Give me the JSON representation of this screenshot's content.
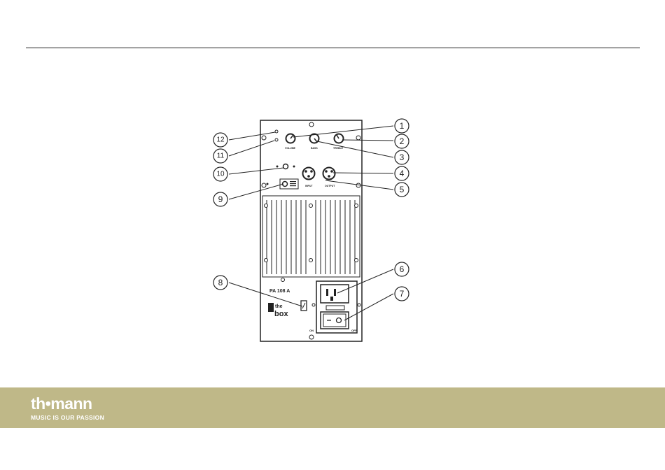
{
  "panel": {
    "model": "PA 108 A",
    "brand_top": "the",
    "brand_bottom": "box",
    "volume": "VOLUME",
    "bass": "BASS",
    "treble": "TREBLE",
    "input": "INPUT",
    "output": "OUTPUT",
    "power_on": "ON",
    "power_off": "OFF"
  },
  "callouts": [
    "1",
    "2",
    "3",
    "4",
    "5",
    "6",
    "7",
    "8",
    "9",
    "10",
    "11",
    "12"
  ],
  "footer": {
    "logo_word": "th•mann",
    "tagline": "MUSIC IS OUR PASSION"
  },
  "colors": {
    "footer_band": "#bfb888",
    "line": "#222222"
  }
}
